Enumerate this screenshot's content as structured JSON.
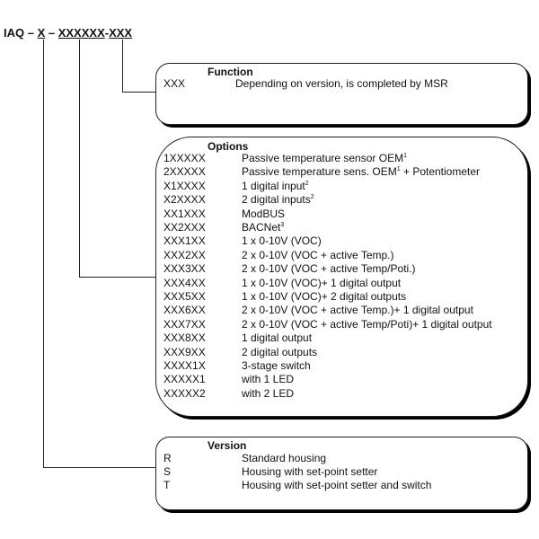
{
  "header": {
    "prefix": "IAQ – ",
    "version_code": "X",
    "sep": " – ",
    "options_code": "XXXXXX",
    "dash": "-",
    "function_code": "XXX"
  },
  "function": {
    "title": "Function",
    "rows": [
      {
        "code": "XXX",
        "desc": "Depending on version, is completed by MSR"
      }
    ]
  },
  "options": {
    "title": "Options",
    "rows": [
      {
        "code": "1XXXXX",
        "desc": "Passive temperature sensor OEM",
        "sup": "1",
        "after": ""
      },
      {
        "code": "2XXXXX",
        "desc": "Passive temperature sens. OEM",
        "sup": "1",
        "after": " + Potentiometer"
      },
      {
        "code": "X1XXXX",
        "desc": "1 digital input",
        "sup": "2",
        "after": ""
      },
      {
        "code": "X2XXXX",
        "desc": "2 digital inputs",
        "sup": "2",
        "after": ""
      },
      {
        "code": "XX1XXX",
        "desc": "ModBUS",
        "sup": "",
        "after": ""
      },
      {
        "code": "XX2XXX",
        "desc": "BACNet",
        "sup": "3",
        "after": ""
      },
      {
        "code": "XXX1XX",
        "desc": "1 x 0-10V (VOC)",
        "sup": "",
        "after": ""
      },
      {
        "code": "XXX2XX",
        "desc": "2 x 0-10V (VOC + active Temp.)",
        "sup": "",
        "after": ""
      },
      {
        "code": "XXX3XX",
        "desc": "2 x 0-10V (VOC + active Temp/Poti.)",
        "sup": "",
        "after": ""
      },
      {
        "code": "XXX4XX",
        "desc": "1 x 0-10V (VOC)+ 1 digital output",
        "sup": "",
        "after": ""
      },
      {
        "code": "XXX5XX",
        "desc": "1 x 0-10V (VOC)+ 2 digital outputs",
        "sup": "",
        "after": ""
      },
      {
        "code": "XXX6XX",
        "desc": "2 x 0-10V (VOC + active Temp.)+ 1 digital output",
        "sup": "",
        "after": ""
      },
      {
        "code": "XXX7XX",
        "desc": "2 x 0-10V (VOC + active Temp/Poti)+ 1 digital output",
        "sup": "",
        "after": ""
      },
      {
        "code": "XXX8XX",
        "desc": "1 digital output",
        "sup": "",
        "after": ""
      },
      {
        "code": "XXX9XX",
        "desc": "2 digital outputs",
        "sup": "",
        "after": ""
      },
      {
        "code": "XXXX1X",
        "desc": "3-stage switch",
        "sup": "",
        "after": ""
      },
      {
        "code": "XXXXX1",
        "desc": "with 1 LED",
        "sup": "",
        "after": ""
      },
      {
        "code": "XXXXX2",
        "desc": "with 2 LED",
        "sup": "",
        "after": ""
      }
    ]
  },
  "version": {
    "title": "Version",
    "rows": [
      {
        "code": "R",
        "desc": "Standard housing"
      },
      {
        "code": "S",
        "desc": "Housing with set-point setter"
      },
      {
        "code": "T",
        "desc": "Housing with set-point setter and switch"
      }
    ]
  }
}
